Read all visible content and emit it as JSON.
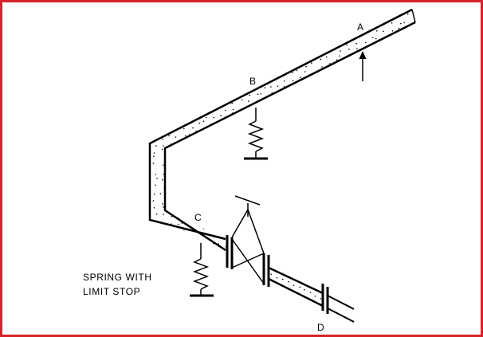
{
  "colors": {
    "frame_border": "#d8232a",
    "line": "#000000",
    "background": "#ffffff"
  },
  "labels": {
    "point_a": "A",
    "point_b": "B",
    "point_c": "C",
    "point_d": "D"
  },
  "note": {
    "line1": "SPRING WITH",
    "line2": "LIMIT STOP"
  }
}
